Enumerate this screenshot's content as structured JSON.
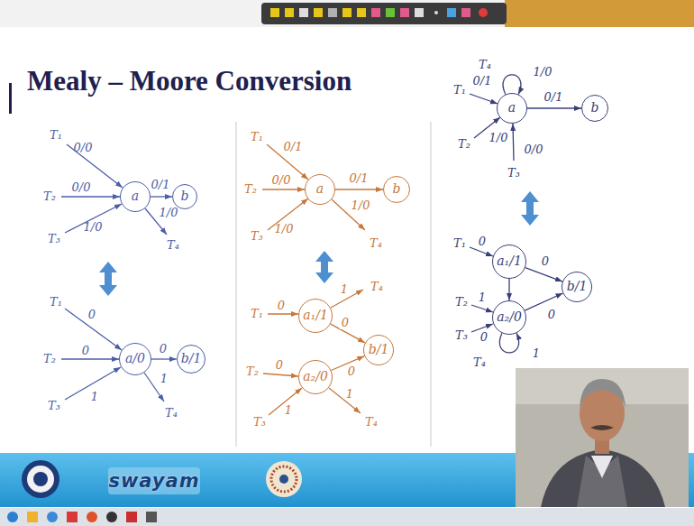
{
  "diagram": {
    "title": "Mealy – Moore Conversion",
    "nodes": [
      {
        "text": [
          "a"
        ]
      },
      {
        "text": [
          "b"
        ]
      },
      {
        "text": [
          "a/0"
        ]
      },
      {
        "text": [
          "b/1"
        ]
      },
      {
        "text": [
          "a"
        ]
      },
      {
        "text": [
          "b"
        ]
      },
      {
        "text": [
          "a₁/1"
        ]
      },
      {
        "text": [
          "b/1"
        ]
      },
      {
        "text": [
          "a₂/0"
        ]
      },
      {
        "text": [
          "a"
        ]
      },
      {
        "text": [
          "b"
        ]
      },
      {
        "text": [
          "a₁/1"
        ]
      },
      {
        "text": [
          "b/1"
        ]
      },
      {
        "text": [
          "a₂/0"
        ]
      }
    ],
    "edges": [
      {
        "from": 0,
        "to": 1,
        "label": "0/1",
        "arrow": "to"
      },
      {
        "from": 2,
        "to": 3,
        "label": "0",
        "arrow": "to"
      },
      {
        "from": 4,
        "to": 5,
        "label": "0/1",
        "arrow": "to"
      },
      {
        "from": 6,
        "to": 7,
        "label": "0",
        "arrow": "to"
      },
      {
        "from": 8,
        "to": 7,
        "label": "0",
        "arrow": "to"
      },
      {
        "from": 9,
        "to": 9,
        "label": "1/0",
        "arrow": "to"
      },
      {
        "from": 9,
        "to": 10,
        "label": "0/1",
        "arrow": "to"
      },
      {
        "from": 11,
        "to": 12,
        "label": "0",
        "arrow": "to"
      },
      {
        "from": 11,
        "to": 13,
        "arrow": "to"
      },
      {
        "from": 13,
        "to": 12,
        "label": "0",
        "arrow": "to"
      },
      {
        "from": 13,
        "to": 13,
        "label": "1",
        "arrow": "to"
      }
    ],
    "labels": [
      "T₁",
      "0/0",
      "T₂",
      "0/0",
      "T₃",
      "1/0",
      "1/0",
      "T₄",
      "T₁",
      "0",
      "T₂",
      "0",
      "T₃",
      "1",
      "1",
      "T₄",
      "T₁",
      "0/1",
      "T₂",
      "0/0",
      "T₃",
      "1/0",
      "1/0",
      "T₄",
      "T₁",
      "0",
      "1",
      "T₄",
      "T₂",
      "0",
      "T₃",
      "1",
      "1",
      "T₄",
      "T₄",
      "T₁",
      "0/1",
      "T₂",
      "1/0",
      "T₃",
      "0/0",
      "T₁",
      "0",
      "T₂",
      "1",
      "T₃",
      "0",
      "T₄",
      "swayam"
    ]
  }
}
